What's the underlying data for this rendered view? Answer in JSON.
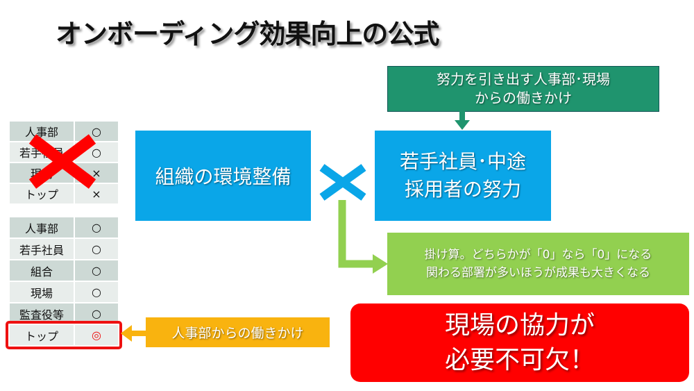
{
  "title": "オンボーディング効果向上の公式",
  "table_before": [
    {
      "name": "人事部",
      "mark": "○"
    },
    {
      "name": "若手社員",
      "mark": "○"
    },
    {
      "name": "現場",
      "mark": "×"
    },
    {
      "name": "トップ",
      "mark": "×"
    }
  ],
  "table_after": [
    {
      "name": "人事部",
      "mark": "○"
    },
    {
      "name": "若手社員",
      "mark": "○"
    },
    {
      "name": "組合",
      "mark": "○"
    },
    {
      "name": "現場",
      "mark": "○"
    },
    {
      "name": "監査役等",
      "mark": "○"
    },
    {
      "name": "トップ",
      "mark": "◎"
    }
  ],
  "box_environment": "組織の環境整備",
  "box_effort": {
    "line1": "若手社員･中途",
    "line2": "採用者の努力"
  },
  "box_support": {
    "line1": "努力を引き出す人事部･現場",
    "line2": "からの働きかけ"
  },
  "box_note": {
    "line1": "掛け算。どちらかが「0」なら「0」になる",
    "line2": "関わる部署が多いほうが成果も大きくなる"
  },
  "box_conclusion": {
    "line1": "現場の協力が",
    "line2": "必要不可欠！"
  },
  "box_hr": "人事部からの働きかけ",
  "colors": {
    "blue": "#0aa6e8",
    "dark_green": "#1f946e",
    "light_green": "#92d050",
    "red": "#ff0000",
    "orange": "#f9b30f"
  }
}
